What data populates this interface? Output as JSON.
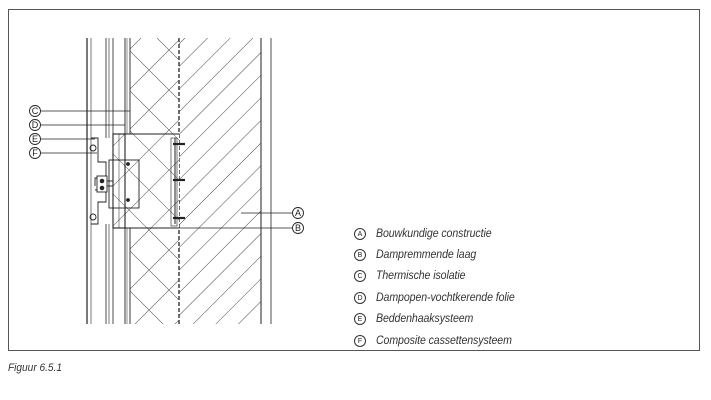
{
  "callouts": {
    "c": "C",
    "d": "D",
    "e": "E",
    "f": "F",
    "a": "A",
    "b": "B"
  },
  "legend": [
    {
      "marker": "A",
      "label": "Bouwkundige constructie"
    },
    {
      "marker": "B",
      "label": "Dampremmende laag"
    },
    {
      "marker": "C",
      "label": "Thermische isolatie"
    },
    {
      "marker": "D",
      "label": "Dampopen-vochtkerende folie"
    },
    {
      "marker": "E",
      "label": "Beddenhaaksysteem"
    },
    {
      "marker": "F",
      "label": "Composite cassettensysteem"
    }
  ],
  "caption": "Figuur 6.5.1",
  "colors": {
    "line": "#222222",
    "frame": "#555555",
    "text": "#333333"
  }
}
